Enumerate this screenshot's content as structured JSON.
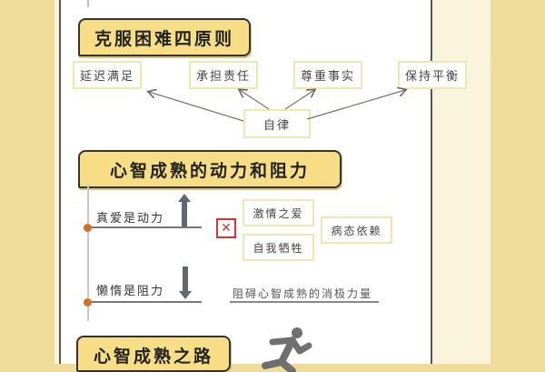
{
  "section1": {
    "title": "克服困难四原则",
    "principles": [
      "延迟满足",
      "承担责任",
      "尊重事实",
      "保持平衡"
    ],
    "center": "自律"
  },
  "section2": {
    "title": "心智成熟的动力和阻力",
    "motive": {
      "label": "真爱是动力",
      "arrow": "up-arrow-icon"
    },
    "not_love": {
      "icon": "cross-icon",
      "items": [
        "激情之爱",
        "自我牺牲"
      ],
      "related": "病态依赖"
    },
    "resistance": {
      "label": "懒惰是阻力",
      "arrow": "down-arrow-icon",
      "description": "阻碍心智成熟的消极力量"
    }
  },
  "section3": {
    "title": "心智成熟之路",
    "icon": "running-person-icon"
  },
  "colors": {
    "background": "#f0dc9a",
    "title_fill": "#f6dd86",
    "box_border": "#eee7b4",
    "dot": "#d2702a",
    "arrow": "#5f6770",
    "cross": "#d0343a"
  }
}
